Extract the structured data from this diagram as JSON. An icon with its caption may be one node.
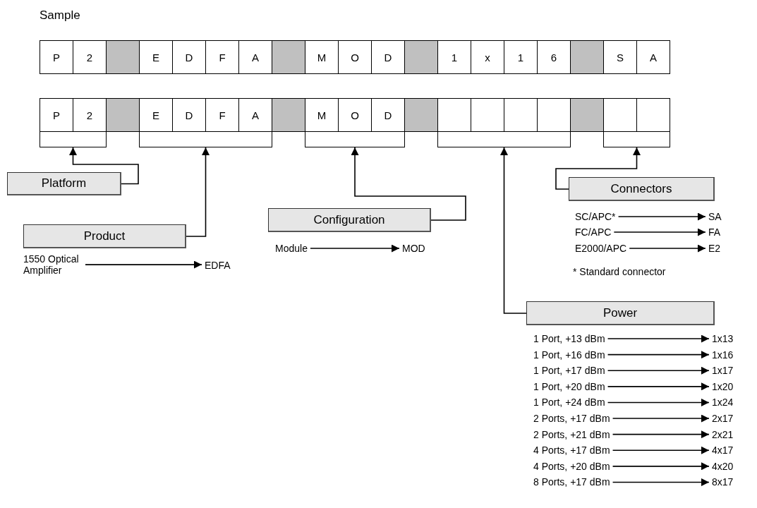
{
  "diagram": {
    "title": "Sample",
    "nodes": [
      {
        "text": [
          "P"
        ]
      },
      {
        "text": [
          "2"
        ]
      },
      {
        "text": [],
        "shape": "box"
      },
      {
        "text": [
          "E"
        ]
      },
      {
        "text": [
          "D"
        ]
      },
      {
        "text": [
          "F"
        ]
      },
      {
        "text": [
          "A"
        ]
      },
      {
        "text": [],
        "shape": "box"
      },
      {
        "text": [
          "M"
        ]
      },
      {
        "text": [
          "O"
        ]
      },
      {
        "text": [
          "D"
        ]
      },
      {
        "text": [],
        "shape": "box"
      },
      {
        "text": [
          "1"
        ]
      },
      {
        "text": [
          "x"
        ]
      },
      {
        "text": [
          "1"
        ]
      },
      {
        "text": [
          "6"
        ]
      },
      {
        "text": [],
        "shape": "box"
      },
      {
        "text": [
          "S"
        ]
      },
      {
        "text": [
          "A"
        ]
      },
      {
        "text": [
          "P"
        ]
      },
      {
        "text": [
          "2"
        ]
      },
      {
        "text": [],
        "shape": "box"
      },
      {
        "text": [
          "E"
        ]
      },
      {
        "text": [
          "D"
        ]
      },
      {
        "text": [
          "F"
        ]
      },
      {
        "text": [
          "A"
        ]
      },
      {
        "text": [],
        "shape": "box"
      },
      {
        "text": [
          "M"
        ]
      },
      {
        "text": [
          "O"
        ]
      },
      {
        "text": [
          "D"
        ]
      },
      {
        "text": [],
        "shape": "box"
      },
      {
        "text": [],
        "shape": "box"
      },
      {
        "text": [],
        "shape": "box"
      },
      {
        "text": [],
        "shape": "box"
      },
      {
        "text": [],
        "shape": "box"
      },
      {
        "text": [],
        "shape": "box"
      },
      {
        "text": [],
        "shape": "box"
      },
      {
        "text": [],
        "shape": "box"
      },
      {
        "text": [],
        "shape": "bracket"
      },
      {
        "text": [],
        "shape": "bracket"
      },
      {
        "text": [],
        "shape": "bracket"
      },
      {
        "text": [],
        "shape": "bracket"
      },
      {
        "text": [],
        "shape": "bracket"
      },
      {
        "text": [
          "Platform"
        ]
      },
      {
        "text": [
          "Product"
        ]
      },
      {
        "text": [
          "1550 Optical Amplifier"
        ]
      },
      {
        "text": [
          "EDFA"
        ]
      },
      {
        "text": [
          "Configuration"
        ]
      },
      {
        "text": [
          "Module"
        ]
      },
      {
        "text": [
          "MOD"
        ]
      },
      {
        "text": [
          "Connectors"
        ]
      },
      {
        "text": [
          "SC/APC*"
        ]
      },
      {
        "text": [
          "SA"
        ]
      },
      {
        "text": [
          "FC/APC"
        ]
      },
      {
        "text": [
          "FA"
        ]
      },
      {
        "text": [
          "E2000/APC"
        ]
      },
      {
        "text": [
          "E2"
        ]
      },
      {
        "text": [
          "Power"
        ]
      },
      {
        "text": [
          "1 Port, +13 dBm"
        ]
      },
      {
        "text": [
          "1x13"
        ]
      },
      {
        "text": [
          "1 Port, +16 dBm"
        ]
      },
      {
        "text": [
          "1x16"
        ]
      },
      {
        "text": [
          "1 Port, +17 dBm"
        ]
      },
      {
        "text": [
          "1x17"
        ]
      },
      {
        "text": [
          "1 Port, +20 dBm"
        ]
      },
      {
        "text": [
          "1x20"
        ]
      },
      {
        "text": [
          "1 Port, +24 dBm"
        ]
      },
      {
        "text": [
          "1x24"
        ]
      },
      {
        "text": [
          "2 Ports, +17 dBm"
        ]
      },
      {
        "text": [
          "2x17"
        ]
      },
      {
        "text": [
          "2 Ports, +21 dBm"
        ]
      },
      {
        "text": [
          "2x21"
        ]
      },
      {
        "text": [
          "4 Ports, +17 dBm"
        ]
      },
      {
        "text": [
          "4x17"
        ]
      },
      {
        "text": [
          "4 Ports, +20 dBm"
        ]
      },
      {
        "text": [
          "4x20"
        ]
      },
      {
        "text": [
          "8 Ports, +17 dBm"
        ]
      },
      {
        "text": [
          "8x17"
        ]
      }
    ],
    "edges": [
      {
        "from": 43,
        "to": 38,
        "arrow": "to"
      },
      {
        "from": 44,
        "to": 39,
        "arrow": "to"
      },
      {
        "from": 45,
        "to": 46,
        "arrow": "to"
      },
      {
        "from": 47,
        "to": 40,
        "arrow": "to"
      },
      {
        "from": 48,
        "to": 49,
        "arrow": "to"
      },
      {
        "from": 50,
        "to": 42,
        "arrow": "to"
      },
      {
        "from": 51,
        "to": 52,
        "arrow": "to"
      },
      {
        "from": 53,
        "to": 54,
        "arrow": "to"
      },
      {
        "from": 55,
        "to": 56,
        "arrow": "to"
      },
      {
        "from": 57,
        "to": 41,
        "arrow": "to"
      },
      {
        "from": 58,
        "to": 59,
        "arrow": "to"
      },
      {
        "from": 60,
        "to": 61,
        "arrow": "to"
      },
      {
        "from": 62,
        "to": 63,
        "arrow": "to"
      },
      {
        "from": 64,
        "to": 65,
        "arrow": "to"
      },
      {
        "from": 66,
        "to": 67,
        "arrow": "to"
      },
      {
        "from": 68,
        "to": 69,
        "arrow": "to"
      },
      {
        "from": 70,
        "to": 71,
        "arrow": "to"
      },
      {
        "from": 72,
        "to": 73,
        "arrow": "to"
      },
      {
        "from": 74,
        "to": 75,
        "arrow": "to"
      },
      {
        "from": 76,
        "to": 77,
        "arrow": "to"
      }
    ],
    "labels": [
      "* Standard connector"
    ]
  }
}
